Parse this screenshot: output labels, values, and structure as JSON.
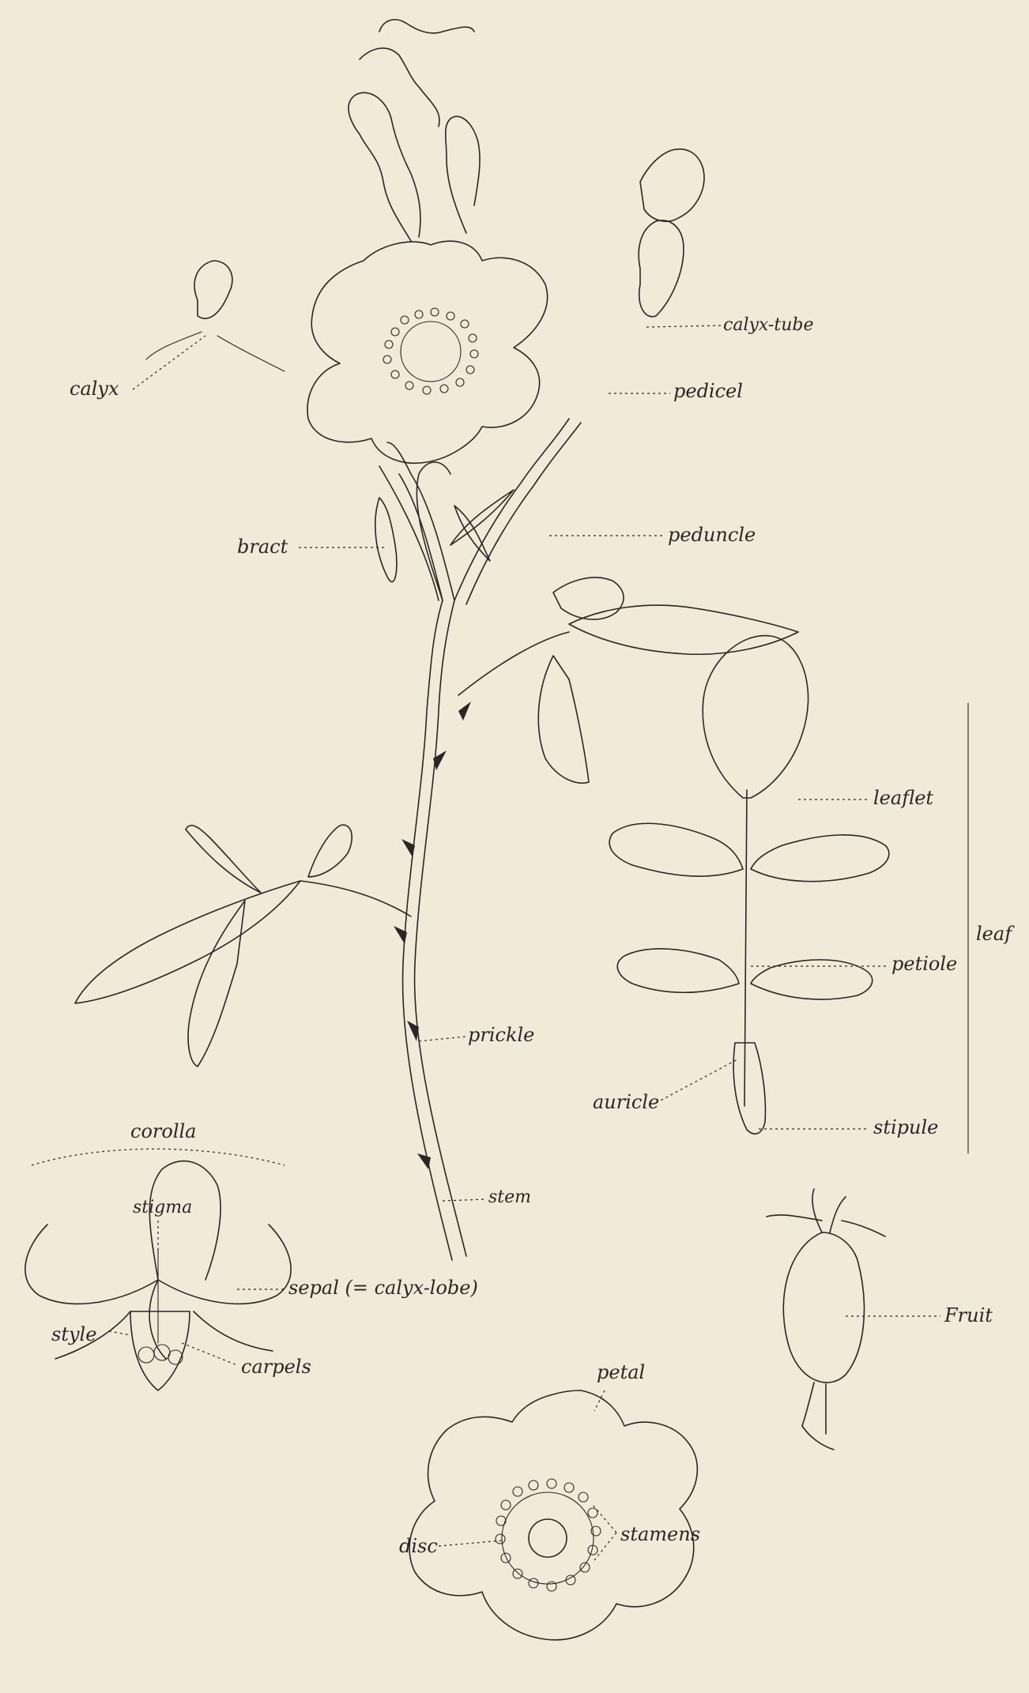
{
  "labels": {
    "calyx": "calyx",
    "calyx_tube": "calyx-tube",
    "pedicel": "pedicel",
    "bract": "bract",
    "peduncle": "peduncle",
    "leaflet": "leaflet",
    "leaf": "leaf",
    "petiole": "petiole",
    "prickle": "prickle",
    "auricle": "auricle",
    "stipule": "stipule",
    "corolla": "corolla",
    "stigma": "stigma",
    "stem": "stem",
    "sepal": "sepal (= calyx-lobe)",
    "style": "style",
    "carpels": "carpels",
    "fruit": "Fruit",
    "petal": "petal",
    "stamens": "stamens",
    "disc": "disc"
  }
}
